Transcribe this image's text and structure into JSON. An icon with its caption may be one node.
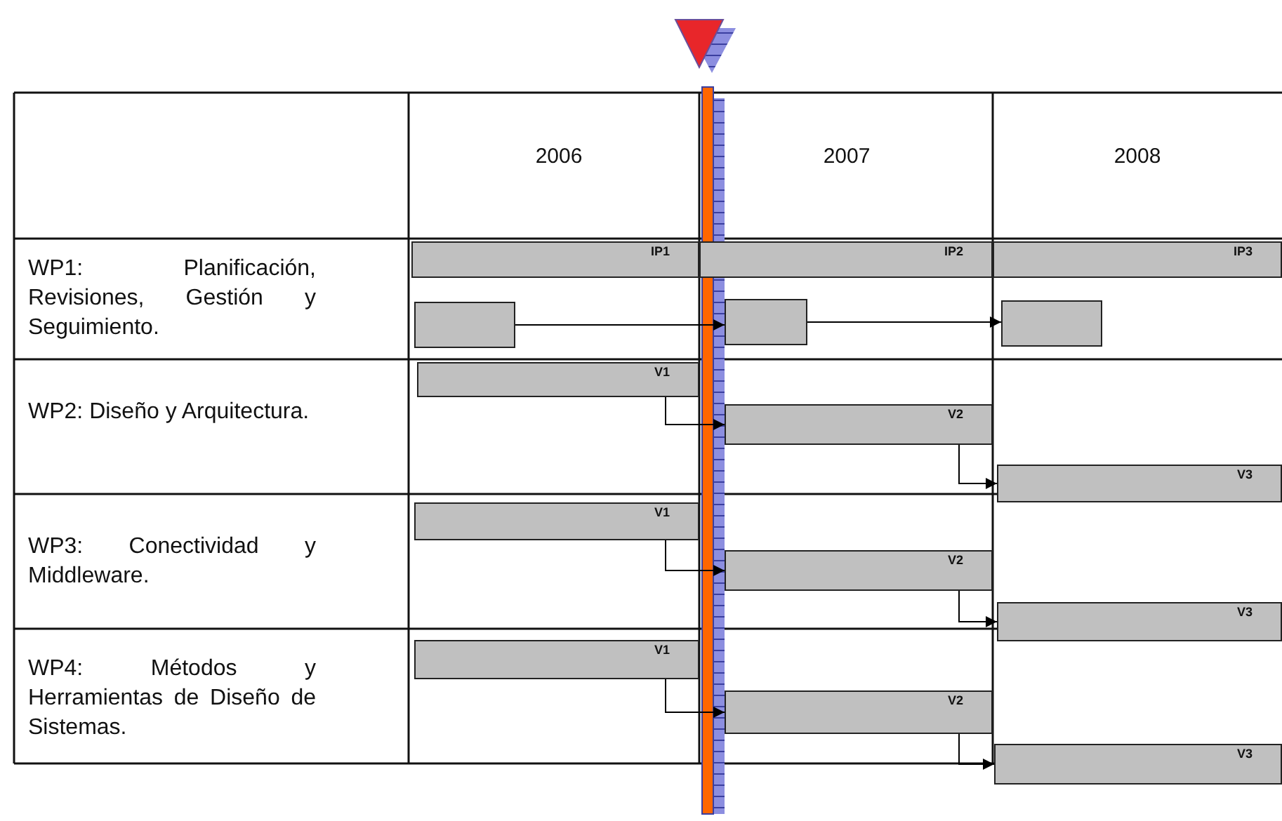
{
  "diagram": {
    "nodes": [
      {
        "text": [
          "IP1"
        ]
      },
      {
        "text": [
          "IP2"
        ]
      },
      {
        "text": [
          "IP3"
        ]
      },
      {
        "text": [],
        "shape": "bar"
      },
      {
        "text": [],
        "shape": "bar"
      },
      {
        "text": [],
        "shape": "bar"
      },
      {
        "text": [
          "V1"
        ]
      },
      {
        "text": [
          "V2"
        ]
      },
      {
        "text": [
          "V3"
        ]
      },
      {
        "text": [
          "V1"
        ]
      },
      {
        "text": [
          "V2"
        ]
      },
      {
        "text": [
          "V3"
        ]
      },
      {
        "text": [
          "V1"
        ]
      },
      {
        "text": [
          "V2"
        ]
      },
      {
        "text": [
          "V3"
        ]
      }
    ],
    "edges": [
      {
        "from": 3,
        "to": 4,
        "arrow": "to"
      },
      {
        "from": 4,
        "to": 5,
        "arrow": "to"
      },
      {
        "from": 6,
        "to": 7,
        "arrow": "to"
      },
      {
        "from": 7,
        "to": 8,
        "arrow": "to"
      },
      {
        "from": 9,
        "to": 10,
        "arrow": "to"
      },
      {
        "from": 10,
        "to": 11,
        "arrow": "to"
      },
      {
        "from": 12,
        "to": 13,
        "arrow": "to"
      },
      {
        "from": 13,
        "to": 14,
        "arrow": "to"
      }
    ],
    "labels": [
      "2006",
      "2007",
      "2008",
      "WP1: Planificación, Revisiones, Gestión y Seguimiento.",
      "WP2: Diseño y Arquitectura.",
      "WP3: Conectividad y Middleware.",
      "WP4: Métodos y Herramientas de Diseño de Sistemas."
    ]
  }
}
